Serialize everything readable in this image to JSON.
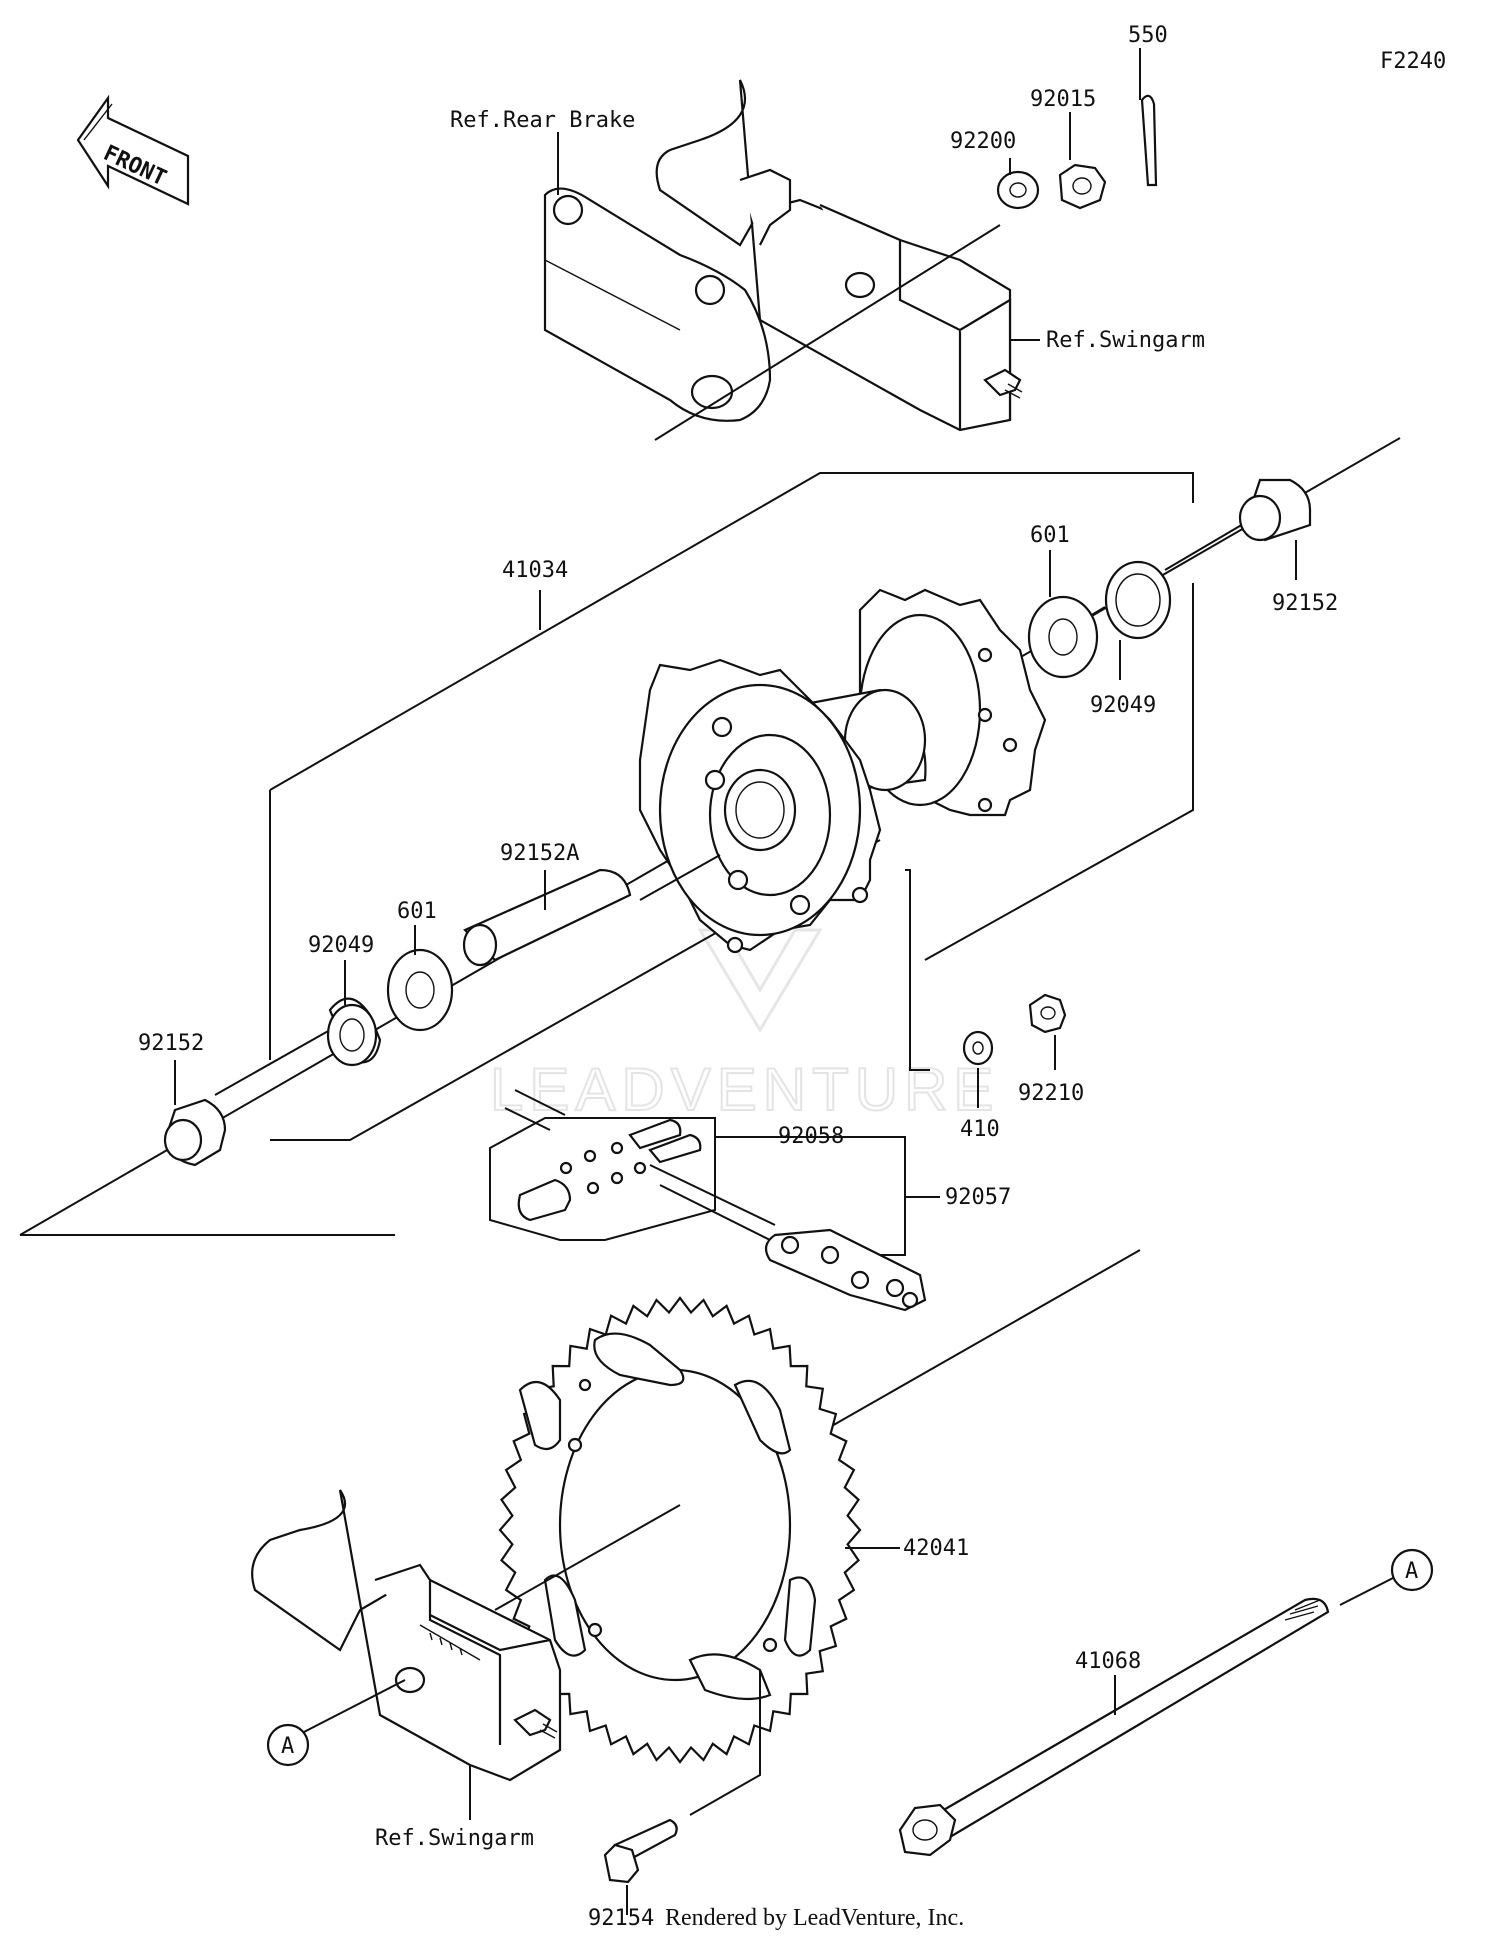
{
  "figure_code": "F2240",
  "front_arrow": "FRONT",
  "refs": {
    "rear_brake": "Ref.Rear Brake",
    "swingarm_top": "Ref.Swingarm",
    "swingarm_bottom": "Ref.Swingarm"
  },
  "callouts": {
    "c550": "550",
    "c92015": "92015",
    "c92200": "92200",
    "c41034": "41034",
    "c601_right": "601",
    "c92152_right": "92152",
    "c92049_right": "92049",
    "c92152A": "92152A",
    "c601_left": "601",
    "c92049_left": "92049",
    "c92152_left": "92152",
    "c92210": "92210",
    "c410": "410",
    "c92058": "92058",
    "c92057": "92057",
    "c42041": "42041",
    "c41068": "41068",
    "c92154": "92154",
    "marker_a_left": "A",
    "marker_a_right": "A"
  },
  "watermark": "LEADVENTURE",
  "credit": "Rendered by LeadVenture, Inc."
}
